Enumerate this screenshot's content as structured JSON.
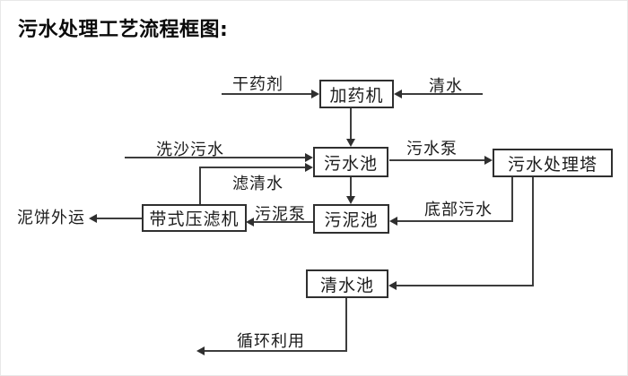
{
  "title": "污水处理工艺流程框图:",
  "diagram": {
    "nodes": {
      "dosing_machine": "加药机",
      "sewage_pool": "污水池",
      "treatment_tower": "污水处理塔",
      "belt_filter_press": "带式压滤机",
      "sludge_pool": "污泥池",
      "clear_water_pool": "清水池"
    },
    "flow_labels": {
      "dry_chemical": "干药剂",
      "clear_water": "清水",
      "sand_wash_sewage": "洗沙污水",
      "sewage_pump": "污水泵",
      "filtered_water": "滤清水",
      "mud_cake_out": "泥饼外运",
      "sludge_pump": "污泥泵",
      "bottom_sewage": "底部污水",
      "recycle_use": "循环利用"
    },
    "colors": {
      "line": "#3d3d3d",
      "box_border": "#2f2f2f",
      "text": "#1c1c1c",
      "background": "#ffffff"
    }
  }
}
